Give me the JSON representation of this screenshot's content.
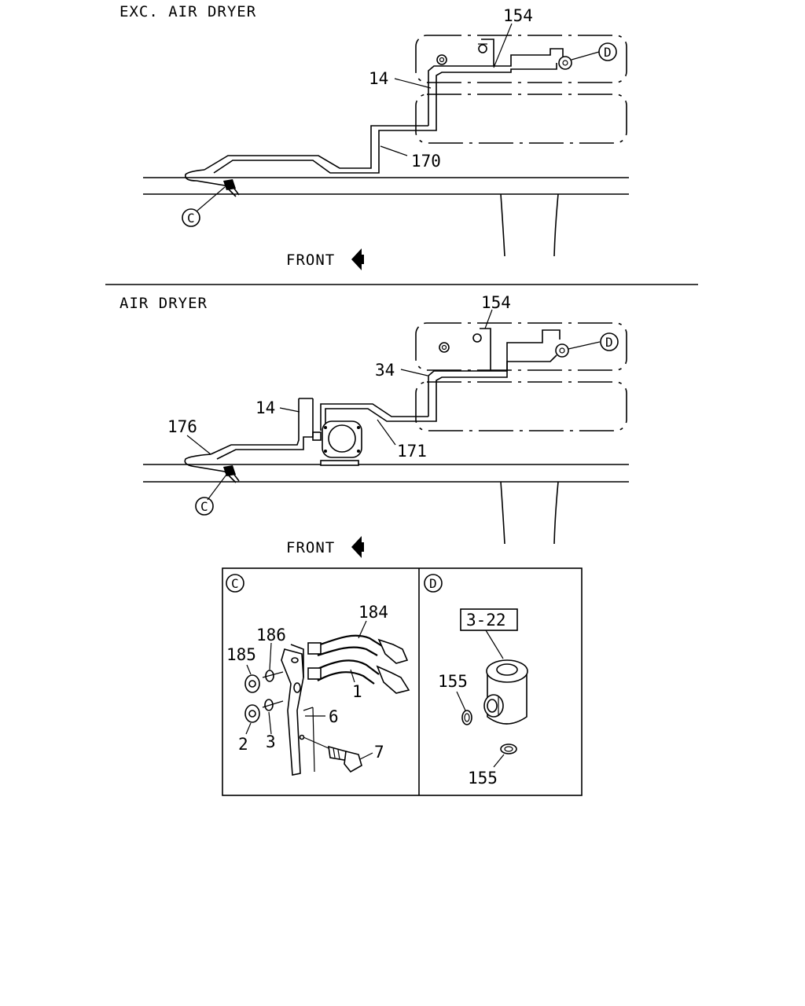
{
  "sections": {
    "top": {
      "title": "EXC. AIR DRYER",
      "front": "FRONT"
    },
    "bottom": {
      "title": "AIR DRYER",
      "front": "FRONT"
    }
  },
  "callouts": {
    "c": "C",
    "d": "D"
  },
  "labels": {
    "top_154": "154",
    "top_14": "14",
    "top_170": "170",
    "bot_154": "154",
    "bot_34": "34",
    "bot_14": "14",
    "bot_176": "176",
    "bot_171": "171",
    "c_184": "184",
    "c_186": "186",
    "c_185": "185",
    "c_1": "1",
    "c_6": "6",
    "c_2": "2",
    "c_3": "3",
    "c_7": "7",
    "d_ref": "3-22",
    "d_155a": "155",
    "d_155b": "155"
  }
}
